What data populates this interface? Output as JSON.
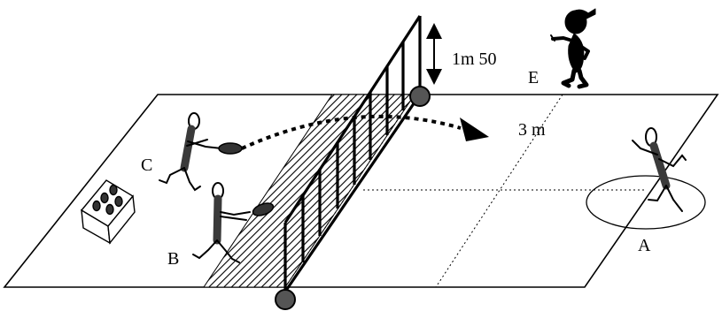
{
  "labels": {
    "height": "1m 50",
    "distance": "3 m",
    "player_a": "A",
    "player_b": "B",
    "player_c": "C",
    "player_e": "E"
  },
  "colors": {
    "stroke": "#000000",
    "figure": "#3a3a3a",
    "post_ball": "#555555",
    "background": "#ffffff"
  },
  "icons": {
    "ball_box": "crate-of-balls-icon",
    "trajectory_arrow": "arrowhead-icon",
    "height_marker": "double-arrow-icon"
  }
}
